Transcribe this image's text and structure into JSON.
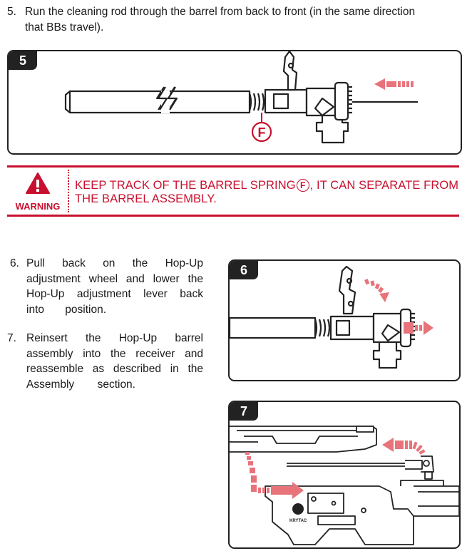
{
  "step5": {
    "number": "5.",
    "text_line1": "Run the cleaning rod through the barrel from back to front (in the same direction",
    "text_line2": "that BBs travel).",
    "badge": "5",
    "callout": "F"
  },
  "warning": {
    "label": "WARNING",
    "line1_prefix": "KEEP TRACK OF THE BARREL SPRING",
    "callout": "F",
    "line1_suffix": ", IT CAN SEPARATE FROM",
    "line2": "THE BARREL ASSEMBLY."
  },
  "step6": {
    "number": "6.",
    "lines": [
      "Pull back on the Hop-Up",
      "adjustment wheel and lower the",
      "Hop-Up adjustment lever back",
      "into position."
    ],
    "badge": "6"
  },
  "step7": {
    "number": "7.",
    "lines": [
      "Reinsert the Hop-Up barrel",
      "assembly into the receiver and",
      "reassemble as described in the",
      "Assembly section."
    ],
    "badge": "7",
    "brand": "KRYTAC"
  },
  "colors": {
    "red": "#c8102e",
    "arrow": "#e8737b",
    "ink": "#222222"
  }
}
